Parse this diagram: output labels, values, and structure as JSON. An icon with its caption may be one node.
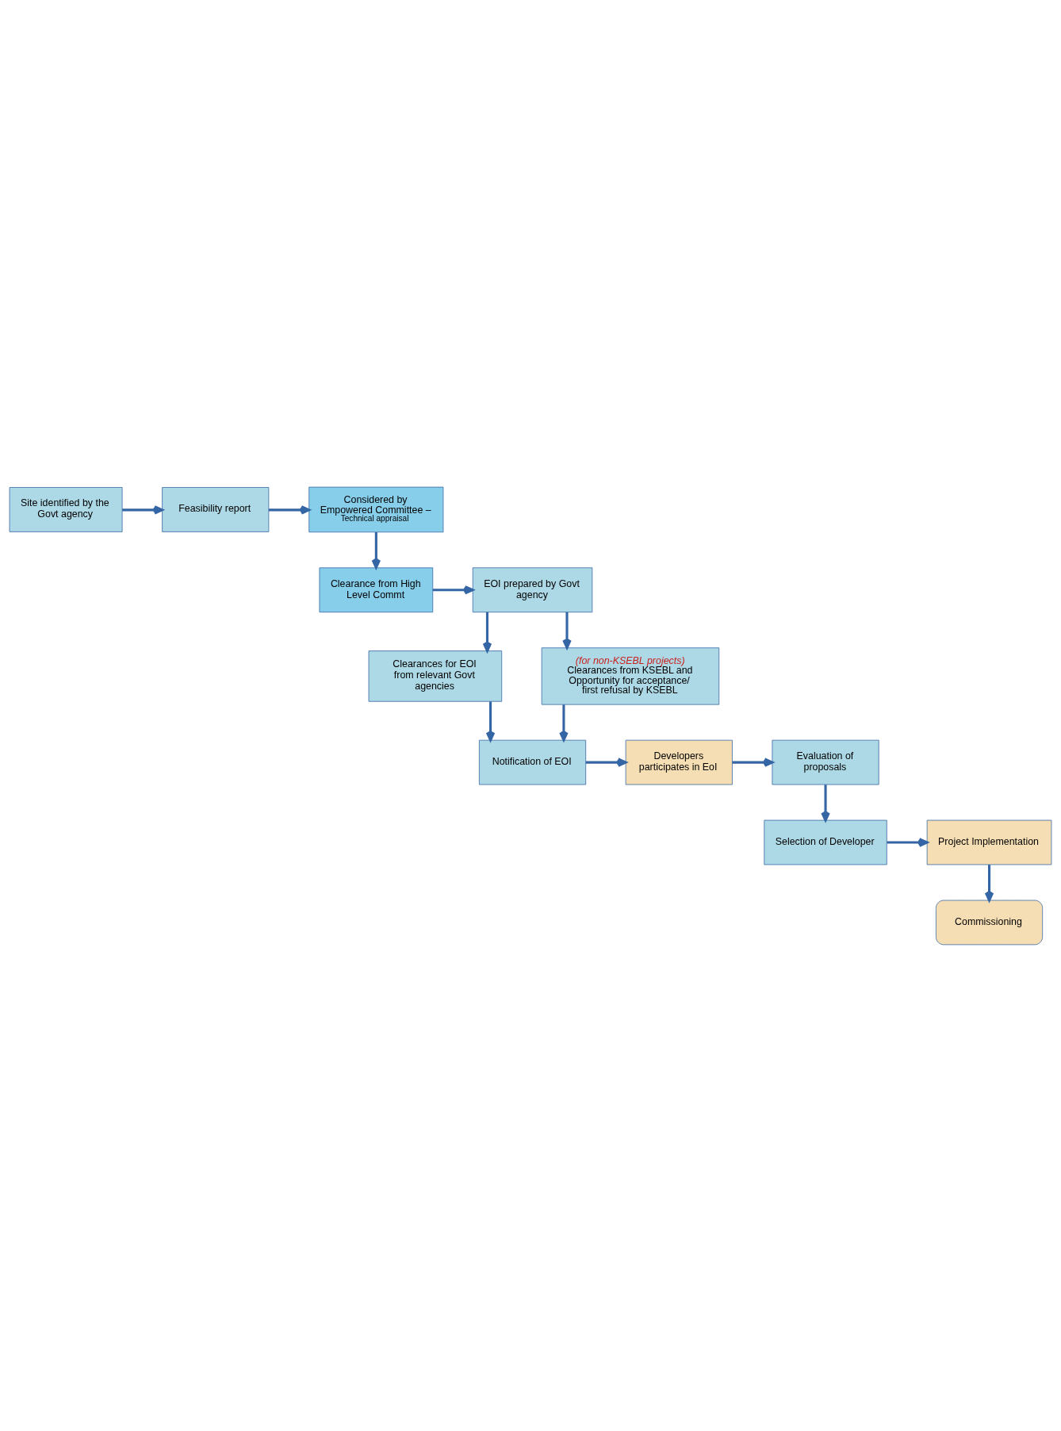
{
  "diagram": {
    "nodes": [
      {
        "text": [
          "Site identified by the Govt agency"
        ]
      },
      {
        "text": [
          "Feasibility report"
        ]
      },
      {
        "text": [
          "Considered by Empowered Committee –",
          "Technical appraisal"
        ]
      },
      {
        "text": [
          "Clearance from High Level Commt"
        ]
      },
      {
        "text": [
          "EOI prepared by Govt agency"
        ]
      },
      {
        "text": [
          "Clearances for EOI from relevant Govt agencies"
        ]
      },
      {
        "text": [
          "(for non-KSEBL projects)",
          "Clearances from KSEBL and Opportunity for acceptance/ first refusal by KSEBL"
        ]
      },
      {
        "text": [
          "Notification of EOI"
        ]
      },
      {
        "text": [
          "Developers participates in EoI"
        ]
      },
      {
        "text": [
          "Evaluation of proposals"
        ]
      },
      {
        "text": [
          "Selection of Developer"
        ]
      },
      {
        "text": [
          "Project Implementation"
        ]
      },
      {
        "text": [
          "Commissioning"
        ]
      }
    ],
    "edges": [
      {
        "from": 0,
        "to": 1,
        "arrow": "to"
      },
      {
        "from": 1,
        "to": 2,
        "arrow": "to"
      },
      {
        "from": 2,
        "to": 3,
        "arrow": "to"
      },
      {
        "from": 3,
        "to": 4,
        "arrow": "to"
      },
      {
        "from": 4,
        "to": 5,
        "arrow": "to"
      },
      {
        "from": 4,
        "to": 6,
        "arrow": "to"
      },
      {
        "from": 5,
        "to": 7,
        "arrow": "to"
      },
      {
        "from": 6,
        "to": 7,
        "arrow": "to"
      },
      {
        "from": 7,
        "to": 8,
        "arrow": "to"
      },
      {
        "from": 8,
        "to": 9,
        "arrow": "to"
      },
      {
        "from": 9,
        "to": 10,
        "arrow": "to"
      },
      {
        "from": 10,
        "to": 11,
        "arrow": "to"
      },
      {
        "from": 11,
        "to": 12,
        "arrow": "to"
      }
    ]
  }
}
